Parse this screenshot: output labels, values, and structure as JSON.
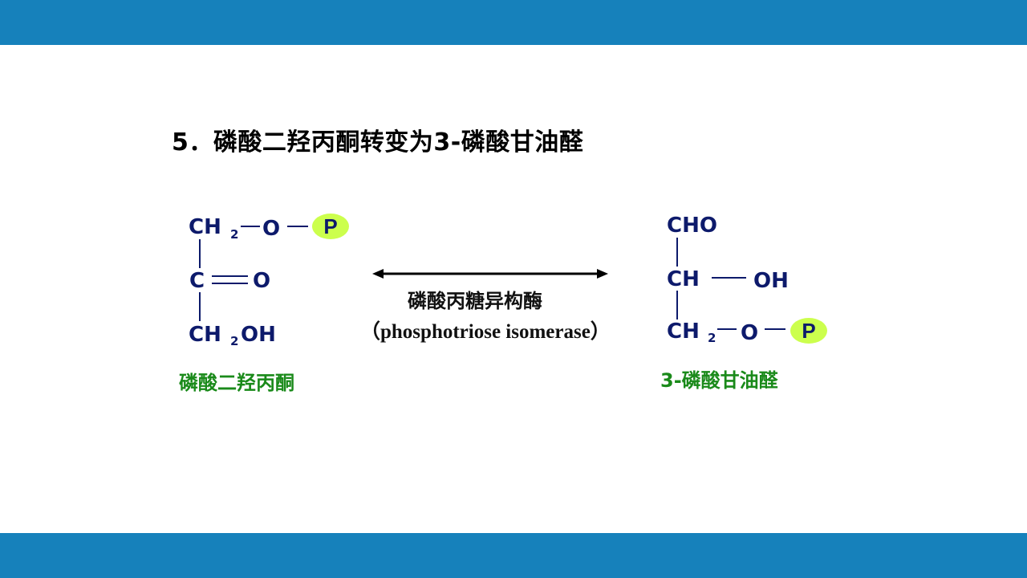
{
  "title": "5．磷酸二羟丙酮转变为3-磷酸甘油醛",
  "colors": {
    "band": "#1681bb",
    "atom": "#0d1a6b",
    "phosphate_fill": "#ccff4d",
    "name": "#1a8a1a",
    "text": "#111111"
  },
  "left": {
    "rows": [
      "CH",
      "C",
      "CH"
    ],
    "sub_row1": "2",
    "o1": "O",
    "carbonyl_o": "O",
    "oh": "OH",
    "sub_row3": "2",
    "phosphate": "P",
    "name": "磷酸二羟丙酮"
  },
  "right": {
    "cho": "CHO",
    "ch": "CH",
    "oh": "OH",
    "ch2": "CH",
    "sub": "2",
    "o": "O",
    "phosphate": "P",
    "name": "3-磷酸甘油醛"
  },
  "enzyme": {
    "name_cn": "磷酸丙糖异构酶",
    "name_en": "（phosphotriose isomerase）",
    "arrow_icon": "double-headed-arrow-icon"
  }
}
